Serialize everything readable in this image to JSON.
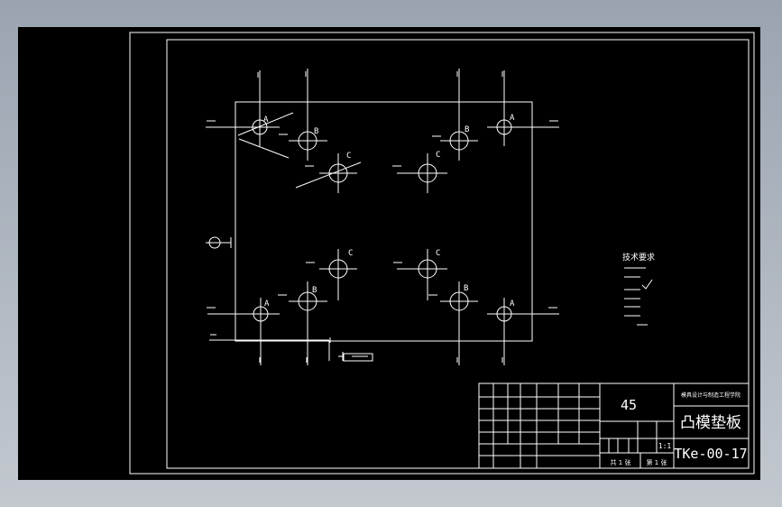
{
  "drawing": {
    "hole_labels": {
      "a": "A",
      "b": "B",
      "c": "C"
    },
    "tech_requirements": {
      "heading": "技术要求"
    },
    "title_block": {
      "material": "45",
      "company": "模具设计与制造工程学院",
      "part_name": "凸模垫板",
      "drawing_no": "TKe-00-17",
      "scale": "1:1",
      "sheet_total": "共 1 张",
      "sheet_no": "第 1 张"
    }
  }
}
